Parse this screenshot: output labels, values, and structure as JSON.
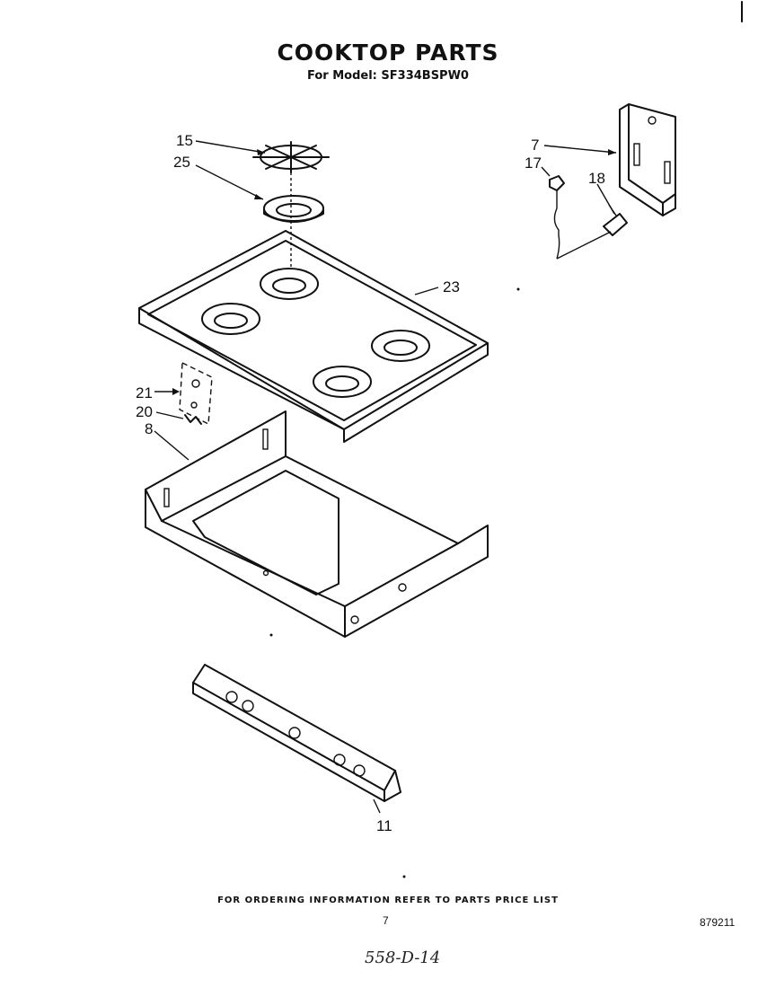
{
  "header": {
    "title": "COOKTOP PARTS",
    "subtitle": "For Model: SF334BSPW0"
  },
  "callouts": {
    "c15": "15",
    "c25": "25",
    "c23": "23",
    "c7": "7",
    "c17": "17",
    "c18": "18",
    "c21": "21",
    "c20": "20",
    "c8": "8",
    "c11": "11"
  },
  "footer": {
    "ordering_note": "FOR ORDERING INFORMATION REFER TO PARTS PRICE LIST",
    "page_number": "7",
    "document_number": "879211",
    "handwritten_note": "558-D-14"
  }
}
